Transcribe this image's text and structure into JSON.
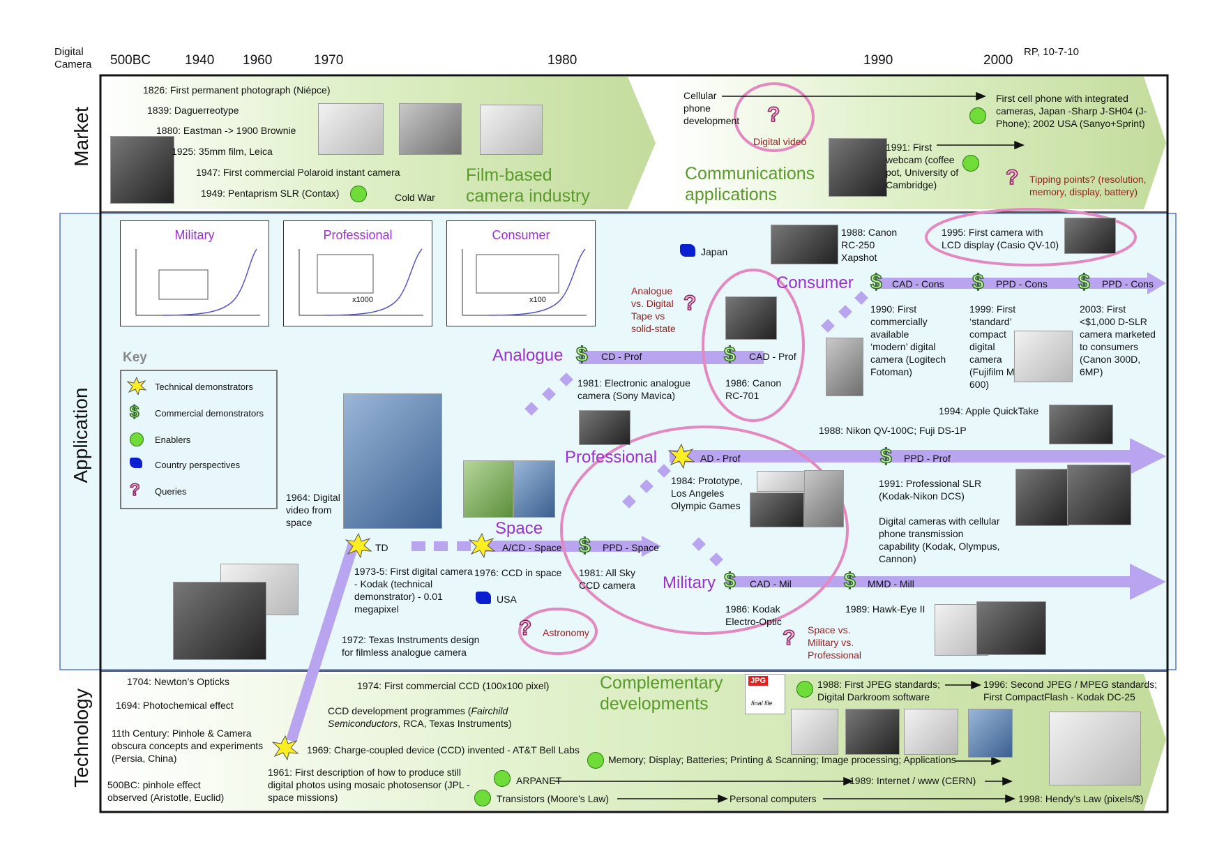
{
  "header": {
    "corner": "Digital Camera",
    "author": "RP, 10-7-10",
    "years": [
      "500BC",
      "1940",
      "1960",
      "1970",
      "1980",
      "1990",
      "2000"
    ]
  },
  "bands": {
    "market": "Market",
    "application": "Application",
    "technology": "Technology"
  },
  "colors": {
    "purple": "#9b30d0",
    "arrow": "#b9a4f0",
    "green_band": "#c9e0a8",
    "app_bg": "#e8f8fb",
    "pink_ring": "#e389c0",
    "enabler": "#6fdc3a"
  },
  "market": {
    "history": [
      "1826: First permanent photograph (Niépce)",
      "1839: Daguerreotype",
      "1880: Eastman -> 1900 Brownie",
      "1925: 35mm film, Leica",
      "1947: First commercial Polaroid instant camera",
      "1949: Pentaprism SLR (Contax)"
    ],
    "cold_war": "Cold War",
    "film_industry": "Film-based camera industry",
    "cellular": "Cellular phone development",
    "digital_video": "Digital video",
    "communications": "Communications applications",
    "webcam": "1991: First webcam (coffee pot, University of Cambridge)",
    "cell_phone": "First cell phone with integrated cameras, Japan -Sharp J-SH04 (J-Phone); 2002 USA (Sanyo+Sprint)",
    "tipping": "Tipping points? (resolution, memory, display, battery)"
  },
  "application": {
    "charts": [
      "Military",
      "Professional",
      "Consumer"
    ],
    "chart_notes": [
      "x1000",
      "x100"
    ],
    "key_title": "Key",
    "key_items": [
      "Technical demonstrators",
      "Commercial demonstrators",
      "Enablers",
      "Country perspectives",
      "Queries"
    ],
    "japan": "Japan",
    "usa": "USA",
    "analogue_query": "Analogue vs. Digital Tape vs solid-state",
    "analogue": "Analogue",
    "cd_prof": "CD - Prof",
    "cad_prof": "CAD - Prof",
    "sony": "1981: Electronic analogue camera (Sony Mavica)",
    "canon701": "1986: Canon RC-701",
    "canon250": "1988: Canon RC-250 Xapshot",
    "casio": "1995: First camera with LCD display (Casio QV-10)",
    "consumer": "Consumer",
    "cad_cons": "CAD - Cons",
    "ppd_cons": "PPD - Cons",
    "ppd_cons2": "PPD - Cons",
    "logitech": "1990: First commercially available ‘modern’ digital camera (Logitech Fotoman)",
    "fuji": "1999: First ‘standard’ compact digital camera (Fujifilm MX-600)",
    "canon300d": "2003: First <$1,000 D-SLR camera marketed to consumers (Canon 300D, 6MP)",
    "quicktake": "1994: Apple QuickTake",
    "nikon": "1988: Nikon QV-100C; Fuji DS-1P",
    "professional": "Professional",
    "ad_prof": "AD - Prof",
    "ppd_prof": "PPD - Prof",
    "olympics": "1984: Prototype, Los Angeles Olympic Games",
    "kodak_dcs": "1991: Professional SLR (Kodak-Nikon DCS)",
    "cellular_trans": "Digital cameras with cellular phone transmission capability (Kodak, Olympus, Cannon)",
    "space_video": "1964: Digital video from space",
    "td": "TD",
    "kodak_td": "1973-5: First digital camera - Kodak (technical demonstrator) - 0.01 megapixel",
    "space": "Space",
    "acd_space": "A/CD - Space",
    "ccd_space": "1976: CCD in space",
    "ppd_space": "PPD - Space",
    "allsky": "1981: All Sky CCD camera",
    "military": "Military",
    "cad_mil": "CAD - Mil",
    "mmd_mil": "MMD - Mill",
    "electro": "1986: Kodak Electro-Optic",
    "hawkeye": "1989: Hawk-Eye II",
    "space_query": "Space vs. Military vs. Professional",
    "astronomy": "Astronomy",
    "texas": "1972: Texas Instruments design for filmless analogue camera"
  },
  "technology": {
    "newton": "1704: Newton’s Opticks",
    "photochem": "1694: Photochemical effect",
    "pinhole_11": "11th Century: Pinhole & Camera obscura concepts and experiments (Persia, China)",
    "pinhole_500": "500BC: pinhole effect observed (Aristotle, Euclid)",
    "ccd1974": "1974: First commercial CCD (100x100 pixel)",
    "ccd_prog_a": "CCD development programmes (",
    "ccd_prog_b": "Fairchild Semiconductors",
    "ccd_prog_c": ", RCA, Texas Instruments)",
    "ccd1969": "1969: Charge-coupled device (CCD) invented - AT&T Bell Labs",
    "jpl": "1961: First description of how to produce still digital photos using mosaic photosensor (JPL - space missions)",
    "complementary": "Complementary developments",
    "jpg": "JPG",
    "jpg_sub": "final file",
    "jpeg1988": "1988: First JPEG standards; Digital Darkroom software",
    "jpeg1996": "1996: Second JPEG / MPEG standards; First CompactFlash - Kodak DC-25",
    "memory": "Memory; Display; Batteries; Printing & Scanning; Image processing; Applications",
    "arpanet": "ARPANET",
    "internet": "1989: Internet / www (CERN)",
    "transistors": "Transistors (Moore’s Law)",
    "pcs": "Personal computers",
    "hendy": "1998: Hendy’s Law (pixels/$)"
  }
}
